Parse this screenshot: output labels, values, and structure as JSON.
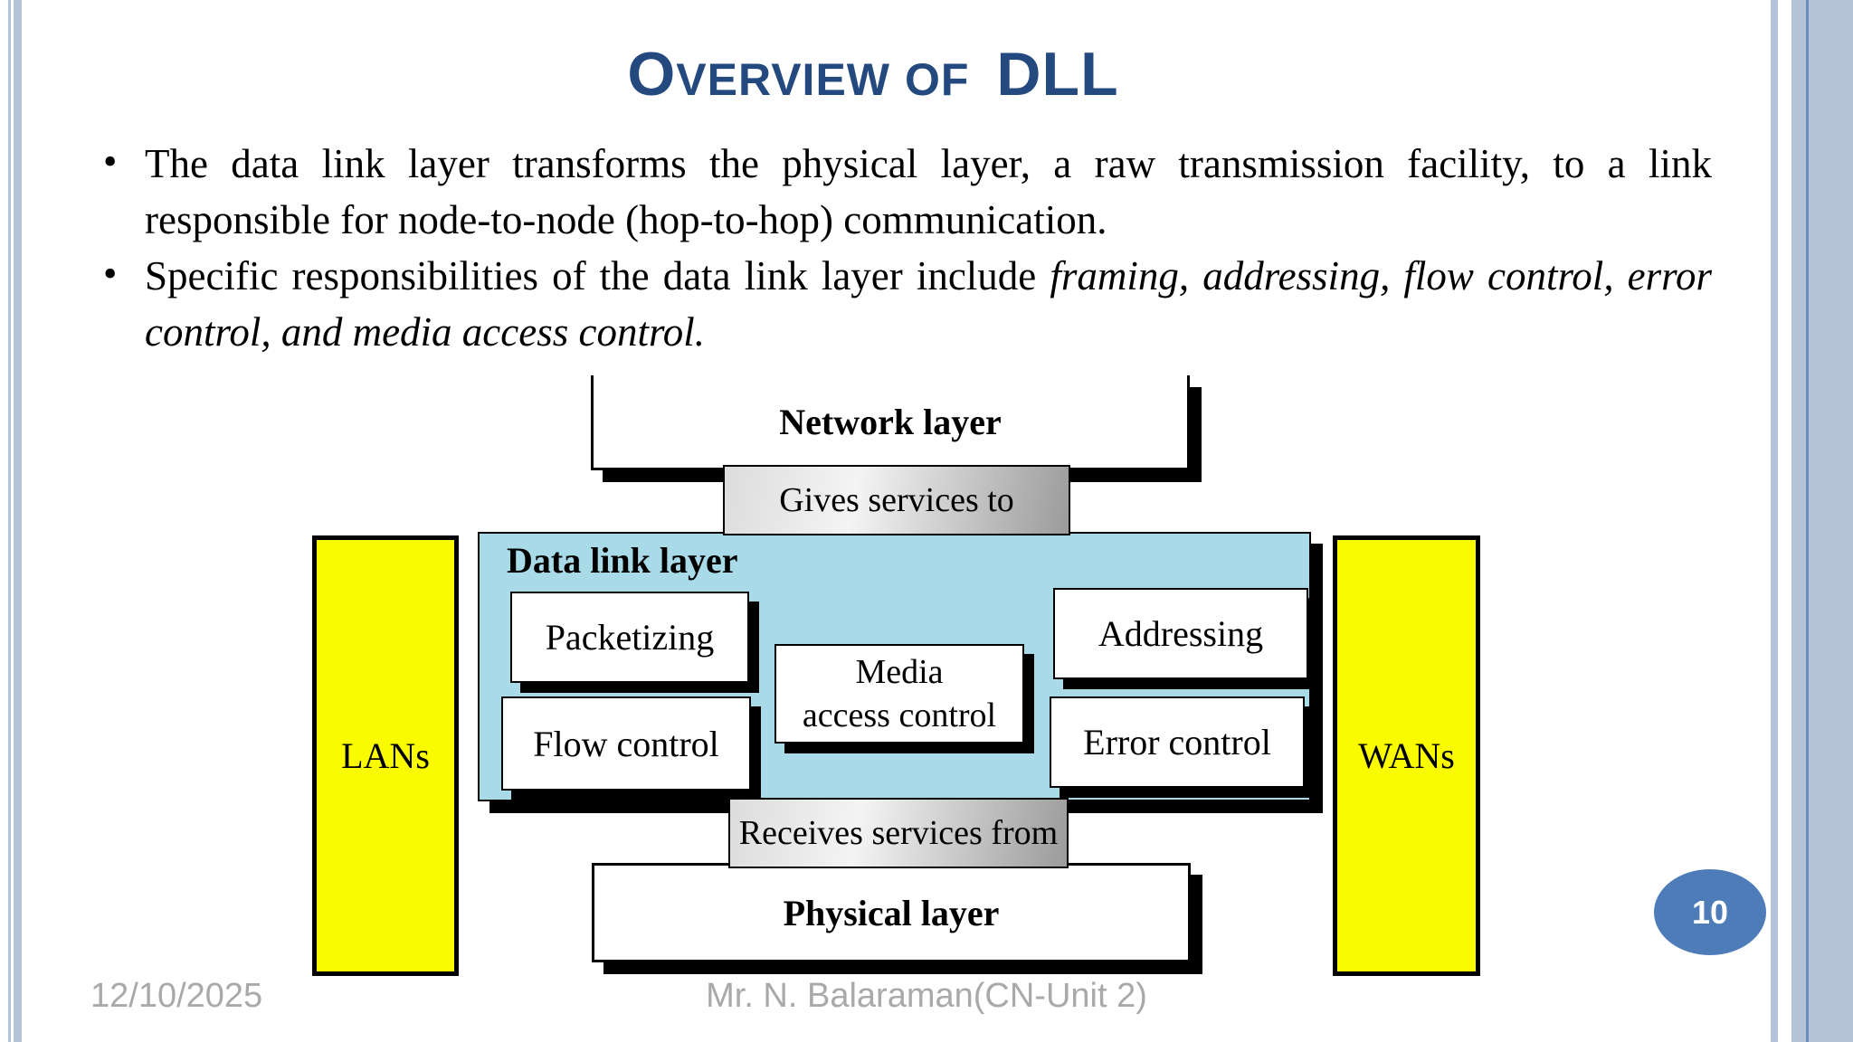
{
  "title": {
    "seg1": "O",
    "seg2": "VERVIEW",
    "seg3": "OF",
    "seg4": "DLL"
  },
  "bullets": {
    "b1": "The data link layer transforms the physical layer, a raw transmission facility, to  a link responsible for node-to-node (hop-to-hop) communication.",
    "b2_normal": "Specific  responsibilities of the data link layer include ",
    "b2_italic": "framing, addressing, flow control,  error control, and media access control."
  },
  "diagram": {
    "network_layer": "Network layer",
    "gives_services": "Gives services to",
    "data_link_layer": "Data link layer",
    "boxes": {
      "packetizing": "Packetizing",
      "addressing": "Addressing",
      "media_line1": "Media",
      "media_line2": "access control",
      "flow_control": "Flow control",
      "error_control": "Error control"
    },
    "receives_services": "Receives services from",
    "physical_layer": "Physical layer",
    "lans": "LANs",
    "wans": "WANs"
  },
  "footer": {
    "date": "12/10/2025",
    "credit": "Mr. N. Balaraman(CN-Unit 2)",
    "page_number": "10"
  },
  "colors": {
    "title_blue": "#24497E",
    "dll_cyan": "#A9DAE8",
    "side_yellow": "#FBFB00",
    "page_bubble_blue": "#4E7CB8",
    "footer_gray": "#A9A9A9",
    "edge_stripe": "#B5C3D9",
    "edge_stripe_line": "#6B8CBD",
    "shadow_black": "#000000"
  }
}
